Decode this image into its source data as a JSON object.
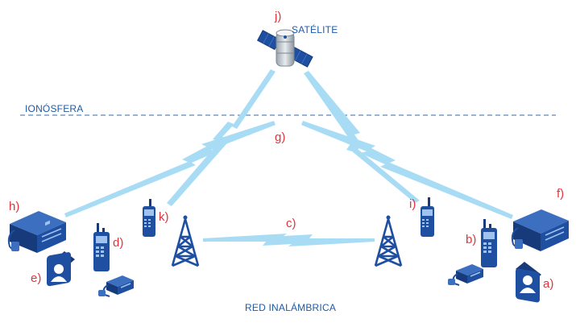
{
  "labels": {
    "satellite": "SATÉLITE",
    "ionosphere": "IONÓSFERA",
    "wireless_network": "RED INALÁMBRICA"
  },
  "markers": {
    "a": "a)",
    "b": "b)",
    "c": "c)",
    "d": "d)",
    "e": "e)",
    "f": "f)",
    "g": "g)",
    "h": "h)",
    "i": "i)",
    "j": "j)",
    "k": "k)"
  },
  "colors": {
    "device_blue": "#1f4fa0",
    "device_dark": "#163a7a",
    "link_light_blue": "#9fd6f2",
    "marker_red": "#e0343c",
    "caption_blue": "#1f5aa6"
  },
  "icons": [
    "satellite-icon",
    "radio-tower-icon",
    "handheld-radio-icon",
    "base-station-icon",
    "mobile-radio-icon",
    "dispatcher-icon",
    "lightning-link-icon"
  ]
}
